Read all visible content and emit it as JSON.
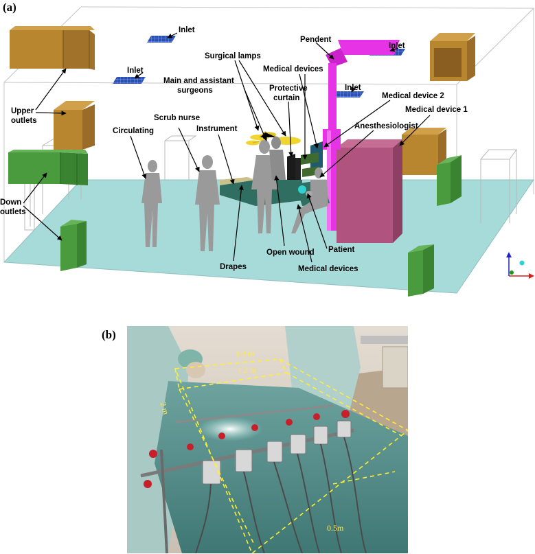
{
  "panel_a": {
    "label": "(a)",
    "labels": {
      "inlet_1": "Inlet",
      "inlet_2": "Inlet",
      "inlet_3": "Inlet",
      "inlet_4": "Inlet",
      "pendent": "Pendent",
      "surgical_lamps": "Surgical lamps",
      "medical_devices_top": "Medical devices",
      "main_surgeons_1": "Main and assistant",
      "main_surgeons_2": "surgeons",
      "protective_curtain_1": "Protective",
      "protective_curtain_2": "curtain",
      "medical_device_2": "Medical device 2",
      "medical_device_1": "Medical device 1",
      "upper_outlets_1": "Upper",
      "upper_outlets_2": "outlets",
      "scrub_nurse": "Scrub nurse",
      "circulating": "Circulating",
      "instrument": "Instrument",
      "anesthesiologist": "Anesthesiologist",
      "down_outlets_1": "Down",
      "down_outlets_2": "outlets",
      "patient": "Patient",
      "open_wound": "Open wound",
      "drapes": "Drapes",
      "medical_devices_bottom": "Medical devices"
    },
    "colors": {
      "floor": "#a6dbd9",
      "upper_outlet": "#b8862f",
      "down_outlet": "#4a9b3e",
      "pendent": "#e633e6",
      "medical_device_1": "#b0547f",
      "inlet": "#2a4fb0",
      "lamp": "#f0d530",
      "drape": "#2f6e60",
      "human": "#9a9a9a"
    }
  },
  "panel_b": {
    "label": "(b)",
    "dim_1_3": "1.3 m",
    "dim_1_2": "1.2 m",
    "dim_2": "2 m",
    "dim_0_5": "0.5m",
    "colors": {
      "dashed": "#ffee33",
      "drape": "#4f8a86",
      "gown": "#a8c9c4",
      "wall": "#d8cfc4"
    }
  }
}
